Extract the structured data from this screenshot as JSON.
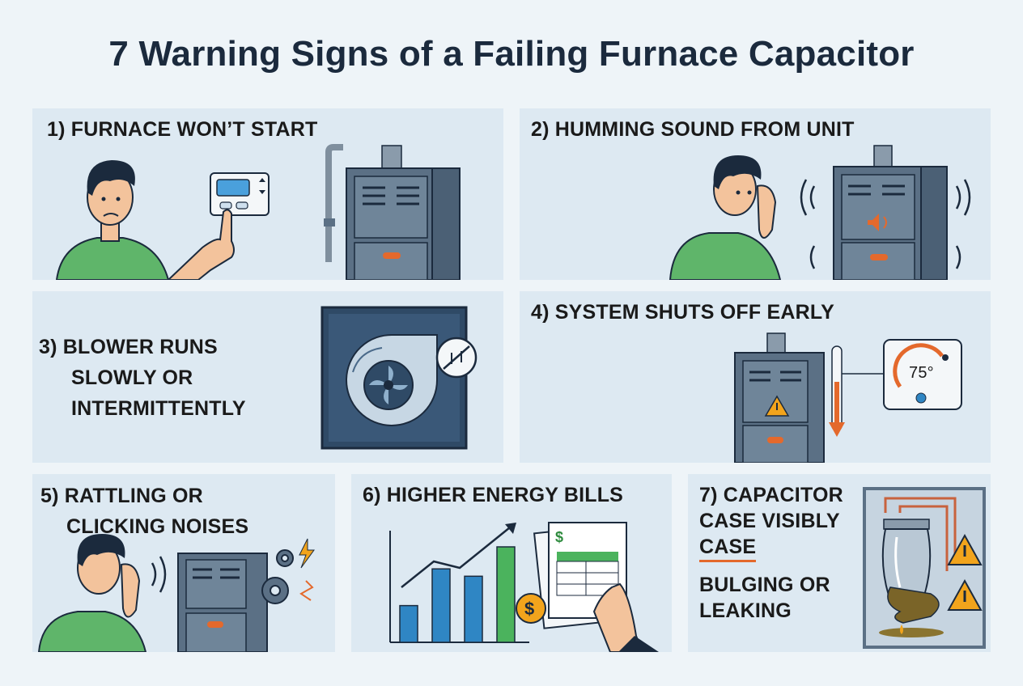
{
  "title": "7 Warning Signs of a Failing Furnace Capacitor",
  "colors": {
    "background": "#eef4f8",
    "panel": "#dde9f2",
    "furnace": "#5b7085",
    "shirt": "#5fb56a",
    "accent_orange": "#e4692c",
    "warning": "#f2a41c",
    "bar_blue": "#2f86c4",
    "bar_green": "#4bb35d"
  },
  "panels": [
    {
      "label": "1) FURNACE WON’T START",
      "icons": [
        "person-icon",
        "thermostat-icon",
        "pointing-hand-icon",
        "furnace-icon"
      ]
    },
    {
      "label": "2) HUMMING SOUND FROM UNIT",
      "icons": [
        "person-listening-icon",
        "sound-waves-icon",
        "furnace-icon",
        "speaker-icon"
      ]
    },
    {
      "label_lines": [
        "3) BLOWER RUNS",
        "SLOWLY OR",
        "INTERMITTENTLY"
      ],
      "icons": [
        "blower-fan-icon",
        "slow-fan-icon"
      ]
    },
    {
      "label": "4) SYSTEM SHUTS OFF EARLY",
      "icons": [
        "furnace-icon",
        "warning-icon",
        "thermometer-down-icon",
        "thermostat-icon"
      ],
      "thermostat_reading": "75°"
    },
    {
      "label_lines": [
        "5) RATTLING OR",
        "CLICKING NOISES"
      ],
      "icons": [
        "person-listening-icon",
        "furnace-icon",
        "gears-icon",
        "spark-icon"
      ]
    },
    {
      "label": "6) HIGHER ENERGY BILLS",
      "icons": [
        "bar-chart-icon",
        "trend-arrow-icon",
        "dollar-coin-icon",
        "energy-bill-icon"
      ],
      "chart_values": [
        1,
        2,
        1.8,
        2.6
      ]
    },
    {
      "label_lines": [
        "7) CAPACITOR",
        "CASE VISIBLY",
        "CASE",
        "BULGING OR",
        "LEAKING"
      ],
      "icons": [
        "capacitor-icon",
        "warning-icon",
        "leak-icon"
      ]
    }
  ]
}
